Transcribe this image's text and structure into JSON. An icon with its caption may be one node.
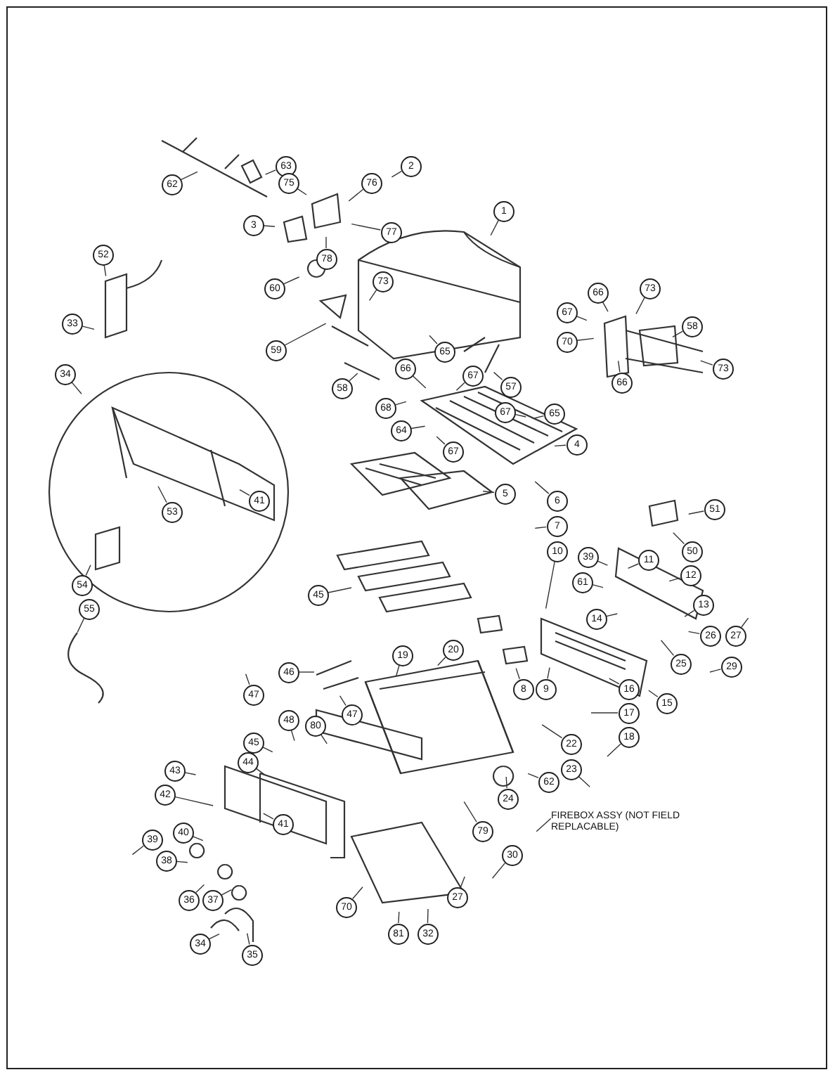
{
  "diagram": {
    "nodes": [
      {
        "text": [
          "62"
        ]
      },
      {
        "text": [
          "63"
        ]
      },
      {
        "text": [
          "2"
        ]
      },
      {
        "text": [
          "75"
        ]
      },
      {
        "text": [
          "76"
        ]
      },
      {
        "text": [
          "1"
        ]
      },
      {
        "text": [
          "77"
        ]
      },
      {
        "text": [
          "3"
        ]
      },
      {
        "text": [
          "78"
        ]
      },
      {
        "text": [
          "52"
        ]
      },
      {
        "text": [
          "60"
        ]
      },
      {
        "text": [
          "73"
        ]
      },
      {
        "text": [
          "66"
        ]
      },
      {
        "text": [
          "73"
        ]
      },
      {
        "text": [
          "67"
        ]
      },
      {
        "text": [
          "33"
        ]
      },
      {
        "text": [
          "58"
        ]
      },
      {
        "text": [
          "70"
        ]
      },
      {
        "text": [
          "59"
        ]
      },
      {
        "text": [
          "65"
        ]
      },
      {
        "text": [
          "73"
        ]
      },
      {
        "text": [
          "34"
        ]
      },
      {
        "text": [
          "66"
        ]
      },
      {
        "text": [
          "67"
        ]
      },
      {
        "text": [
          "66"
        ]
      },
      {
        "text": [
          "57"
        ]
      },
      {
        "text": [
          "58"
        ]
      },
      {
        "text": [
          "68"
        ]
      },
      {
        "text": [
          "67"
        ]
      },
      {
        "text": [
          "65"
        ]
      },
      {
        "text": [
          "64"
        ]
      },
      {
        "text": [
          "4"
        ]
      },
      {
        "text": [
          "67"
        ]
      },
      {
        "text": [
          "5"
        ]
      },
      {
        "text": [
          "53"
        ]
      },
      {
        "text": [
          "41"
        ]
      },
      {
        "text": [
          "6"
        ]
      },
      {
        "text": [
          "51"
        ]
      },
      {
        "text": [
          "7"
        ]
      },
      {
        "text": [
          "50"
        ]
      },
      {
        "text": [
          "10"
        ]
      },
      {
        "text": [
          "11"
        ]
      },
      {
        "text": [
          "39"
        ]
      },
      {
        "text": [
          "12"
        ]
      },
      {
        "text": [
          "54"
        ]
      },
      {
        "text": [
          "61"
        ]
      },
      {
        "text": [
          "45"
        ]
      },
      {
        "text": [
          "55"
        ]
      },
      {
        "text": [
          "13"
        ]
      },
      {
        "text": [
          "14"
        ]
      },
      {
        "text": [
          "26"
        ]
      },
      {
        "text": [
          "27"
        ]
      },
      {
        "text": [
          "29"
        ]
      },
      {
        "text": [
          "19"
        ]
      },
      {
        "text": [
          "25"
        ]
      },
      {
        "text": [
          "20"
        ]
      },
      {
        "text": [
          "15"
        ]
      },
      {
        "text": [
          "46"
        ]
      },
      {
        "text": [
          "8"
        ]
      },
      {
        "text": [
          "9"
        ]
      },
      {
        "text": [
          "16"
        ]
      },
      {
        "text": [
          "47"
        ]
      },
      {
        "text": [
          "17"
        ]
      },
      {
        "text": [
          "48"
        ]
      },
      {
        "text": [
          "47"
        ]
      },
      {
        "text": [
          "80"
        ]
      },
      {
        "text": [
          "18"
        ]
      },
      {
        "text": [
          "45"
        ]
      },
      {
        "text": [
          "22"
        ]
      },
      {
        "text": [
          "44"
        ]
      },
      {
        "text": [
          "23"
        ]
      },
      {
        "text": [
          "43"
        ]
      },
      {
        "text": [
          "62"
        ]
      },
      {
        "text": [
          "42"
        ]
      },
      {
        "text": [
          "24"
        ]
      },
      {
        "text": [
          "FIREBOX ASSY (NOT FIELD REPLACABLE)"
        ]
      },
      {
        "text": [
          "41"
        ]
      },
      {
        "text": [
          "79"
        ]
      },
      {
        "text": [
          "39"
        ]
      },
      {
        "text": [
          "40"
        ]
      },
      {
        "text": [
          "38"
        ]
      },
      {
        "text": [
          "30"
        ]
      },
      {
        "text": [
          "27"
        ]
      },
      {
        "text": [
          "36"
        ]
      },
      {
        "text": [
          "37"
        ]
      },
      {
        "text": [
          "70"
        ]
      },
      {
        "text": [
          "81"
        ]
      },
      {
        "text": [
          "32"
        ]
      },
      {
        "text": [
          "34"
        ]
      },
      {
        "text": [
          "35"
        ]
      }
    ],
    "edges": [
      {
        "from": 0,
        "to": null,
        "arrow": "none"
      },
      {
        "from": 1,
        "to": null,
        "arrow": "none"
      },
      {
        "from": 2,
        "to": null,
        "arrow": "none"
      },
      {
        "from": 3,
        "to": null,
        "arrow": "none"
      },
      {
        "from": 4,
        "to": null,
        "arrow": "none"
      },
      {
        "from": 5,
        "to": null,
        "arrow": "none"
      },
      {
        "from": 6,
        "to": null,
        "arrow": "none"
      },
      {
        "from": 7,
        "to": null,
        "arrow": "none"
      },
      {
        "from": 8,
        "to": null,
        "arrow": "none"
      },
      {
        "from": 9,
        "to": null,
        "arrow": "none"
      },
      {
        "from": 10,
        "to": null,
        "arrow": "none"
      },
      {
        "from": 11,
        "to": null,
        "arrow": "none"
      },
      {
        "from": 12,
        "to": null,
        "arrow": "none"
      },
      {
        "from": 13,
        "to": null,
        "arrow": "none"
      },
      {
        "from": 14,
        "to": null,
        "arrow": "none"
      },
      {
        "from": 15,
        "to": null,
        "arrow": "none"
      },
      {
        "from": 16,
        "to": null,
        "arrow": "none"
      },
      {
        "from": 17,
        "to": null,
        "arrow": "none"
      },
      {
        "from": 18,
        "to": null,
        "arrow": "none"
      },
      {
        "from": 19,
        "to": null,
        "arrow": "none"
      },
      {
        "from": 20,
        "to": null,
        "arrow": "none"
      },
      {
        "from": 21,
        "to": null,
        "arrow": "none"
      },
      {
        "from": 22,
        "to": null,
        "arrow": "none"
      },
      {
        "from": 23,
        "to": null,
        "arrow": "none"
      },
      {
        "from": 24,
        "to": null,
        "arrow": "none"
      },
      {
        "from": 25,
        "to": null,
        "arrow": "none"
      },
      {
        "from": 26,
        "to": null,
        "arrow": "none"
      },
      {
        "from": 27,
        "to": null,
        "arrow": "none"
      },
      {
        "from": 28,
        "to": null,
        "arrow": "none"
      },
      {
        "from": 29,
        "to": null,
        "arrow": "none"
      },
      {
        "from": 30,
        "to": null,
        "arrow": "none"
      },
      {
        "from": 31,
        "to": null,
        "arrow": "none"
      },
      {
        "from": 32,
        "to": null,
        "arrow": "none"
      },
      {
        "from": 33,
        "to": null,
        "arrow": "none"
      },
      {
        "from": 34,
        "to": null,
        "arrow": "none"
      },
      {
        "from": 35,
        "to": null,
        "arrow": "none"
      },
      {
        "from": 36,
        "to": null,
        "arrow": "none"
      },
      {
        "from": 37,
        "to": null,
        "arrow": "none"
      },
      {
        "from": 38,
        "to": null,
        "arrow": "none"
      },
      {
        "from": 39,
        "to": null,
        "arrow": "none"
      },
      {
        "from": 40,
        "to": null,
        "arrow": "none"
      },
      {
        "from": 41,
        "to": null,
        "arrow": "none"
      },
      {
        "from": 42,
        "to": null,
        "arrow": "none"
      },
      {
        "from": 43,
        "to": null,
        "arrow": "none"
      },
      {
        "from": 44,
        "to": null,
        "arrow": "none"
      },
      {
        "from": 45,
        "to": null,
        "arrow": "none"
      },
      {
        "from": 46,
        "to": null,
        "arrow": "none"
      },
      {
        "from": 47,
        "to": null,
        "arrow": "none"
      },
      {
        "from": 48,
        "to": null,
        "arrow": "none"
      },
      {
        "from": 49,
        "to": null,
        "arrow": "none"
      },
      {
        "from": 50,
        "to": null,
        "arrow": "none"
      },
      {
        "from": 51,
        "to": null,
        "arrow": "none"
      },
      {
        "from": 52,
        "to": null,
        "arrow": "none"
      },
      {
        "from": 53,
        "to": null,
        "arrow": "none"
      },
      {
        "from": 54,
        "to": null,
        "arrow": "none"
      },
      {
        "from": 55,
        "to": null,
        "arrow": "none"
      },
      {
        "from": 56,
        "to": null,
        "arrow": "none"
      },
      {
        "from": 57,
        "to": null,
        "arrow": "none"
      },
      {
        "from": 58,
        "to": null,
        "arrow": "none"
      },
      {
        "from": 59,
        "to": null,
        "arrow": "none"
      },
      {
        "from": 60,
        "to": null,
        "arrow": "none"
      },
      {
        "from": 61,
        "to": null,
        "arrow": "none"
      },
      {
        "from": 62,
        "to": null,
        "arrow": "none"
      },
      {
        "from": 63,
        "to": null,
        "arrow": "none"
      },
      {
        "from": 64,
        "to": null,
        "arrow": "none"
      },
      {
        "from": 65,
        "to": null,
        "arrow": "none"
      },
      {
        "from": 66,
        "to": null,
        "arrow": "none"
      },
      {
        "from": 67,
        "to": null,
        "arrow": "none"
      },
      {
        "from": 68,
        "to": null,
        "arrow": "none"
      },
      {
        "from": 69,
        "to": null,
        "arrow": "none"
      },
      {
        "from": 70,
        "to": null,
        "arrow": "none"
      },
      {
        "from": 71,
        "to": null,
        "arrow": "none"
      },
      {
        "from": 72,
        "to": null,
        "arrow": "none"
      },
      {
        "from": 73,
        "to": null,
        "arrow": "none"
      },
      {
        "from": 74,
        "to": null,
        "arrow": "none"
      },
      {
        "from": 75,
        "to": null,
        "arrow": "none"
      },
      {
        "from": 76,
        "to": null,
        "arrow": "none"
      },
      {
        "from": 77,
        "to": null,
        "arrow": "none"
      },
      {
        "from": 78,
        "to": null,
        "arrow": "none"
      },
      {
        "from": 79,
        "to": null,
        "arrow": "none"
      },
      {
        "from": 80,
        "to": null,
        "arrow": "none"
      },
      {
        "from": 81,
        "to": null,
        "arrow": "none"
      },
      {
        "from": 82,
        "to": null,
        "arrow": "none"
      },
      {
        "from": 83,
        "to": null,
        "arrow": "none"
      },
      {
        "from": 84,
        "to": null,
        "arrow": "none"
      },
      {
        "from": 85,
        "to": null,
        "arrow": "none"
      },
      {
        "from": 86,
        "to": null,
        "arrow": "none"
      },
      {
        "from": 87,
        "to": null,
        "arrow": "none"
      },
      {
        "from": 88,
        "to": null,
        "arrow": "none"
      },
      {
        "from": 89,
        "to": null,
        "arrow": "none"
      }
    ]
  }
}
